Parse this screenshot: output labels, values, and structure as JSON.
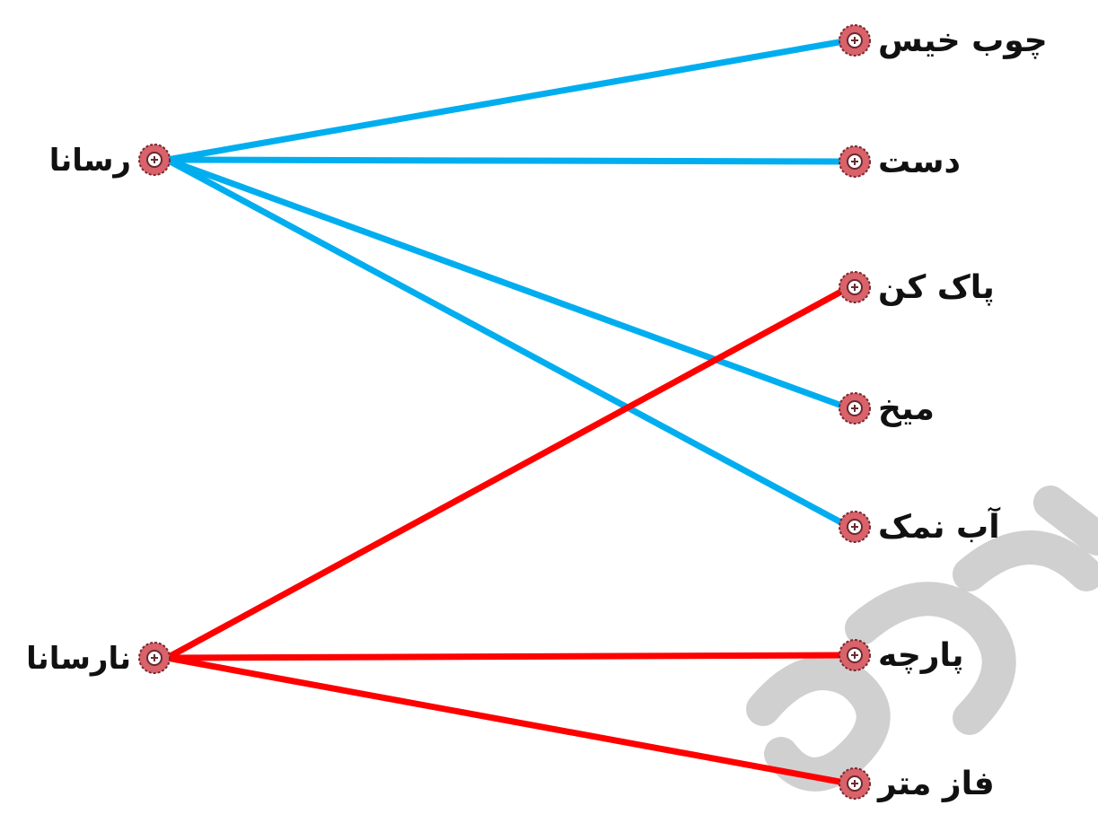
{
  "left_items": [
    {
      "id": "conductor",
      "label": "رسانا"
    },
    {
      "id": "insulator",
      "label": "نارسانا"
    }
  ],
  "right_items": [
    {
      "id": "wet_wood",
      "label": "چوب خیس"
    },
    {
      "id": "hand",
      "label": "دست"
    },
    {
      "id": "eraser",
      "label": "پاک کن"
    },
    {
      "id": "nail",
      "label": "میخ"
    },
    {
      "id": "salt_water",
      "label": "آب نمک"
    },
    {
      "id": "cloth",
      "label": "پارچه"
    },
    {
      "id": "tape_measure",
      "label": "فاز متر"
    }
  ],
  "connections": [
    {
      "from": "conductor",
      "to": "wet_wood",
      "color": "#00aeef"
    },
    {
      "from": "conductor",
      "to": "hand",
      "color": "#00aeef"
    },
    {
      "from": "conductor",
      "to": "nail",
      "color": "#00aeef"
    },
    {
      "from": "conductor",
      "to": "salt_water",
      "color": "#00aeef"
    },
    {
      "from": "insulator",
      "to": "eraser",
      "color": "#ff0000"
    },
    {
      "from": "insulator",
      "to": "cloth",
      "color": "#ff0000"
    },
    {
      "from": "insulator",
      "to": "tape_measure",
      "color": "#ff0000"
    }
  ],
  "marker_color": "#d9626b",
  "watermark_color": "#c8c8c8"
}
